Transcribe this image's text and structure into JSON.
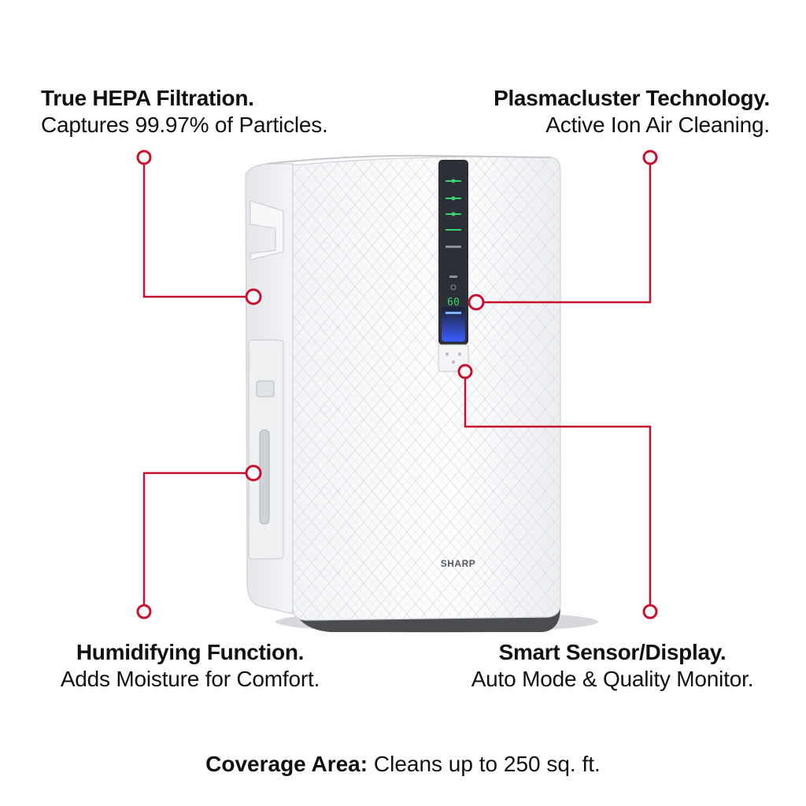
{
  "features": {
    "hepa": {
      "title": "True HEPA Filtration.",
      "subtitle": "Captures 99.97% of Particles."
    },
    "plasma": {
      "title": "Plasmacluster Technology.",
      "subtitle": "Active Ion Air Cleaning."
    },
    "humid": {
      "title": "Humidifying Function.",
      "subtitle": "Adds Moisture for Comfort."
    },
    "smart": {
      "title": "Smart Sensor/Display.",
      "subtitle": "Auto Mode & Quality Monitor."
    }
  },
  "coverage": {
    "label": "Coverage Area:",
    "text": " Cleans up to 250 sq. ft."
  },
  "device": {
    "brand": "SHARP",
    "display_value": "60"
  },
  "colors": {
    "callout": "#c8102e",
    "display": "#2a2f38",
    "led_green": "#39d46b",
    "led_blue": "#3a5cff"
  }
}
